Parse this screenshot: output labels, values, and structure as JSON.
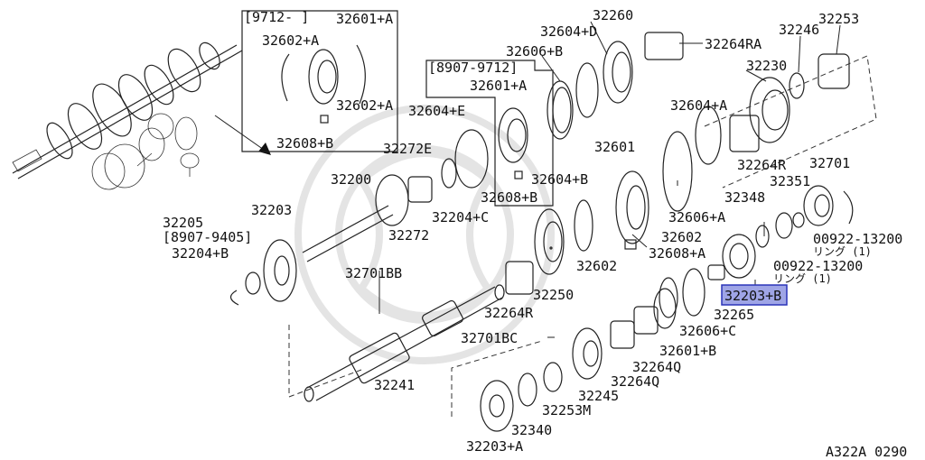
{
  "diagram": {
    "code": "A322A 0290",
    "highlight_color": "#9fa5e6",
    "callouts": {
      "l32260": "32260",
      "l32253": "32253",
      "l32604D": "32604+D",
      "l32246": "32246",
      "l32264RA": "32264RA",
      "l32606B": "32606+B",
      "l32230": "32230",
      "l9712": "[9712-    ]",
      "l32601A_top": "32601+A",
      "l32602A_a": "32602+A",
      "l32602A_b": "32602+A",
      "l32608B_a": "32608+B",
      "l8907_9712": "[8907-9712]",
      "l32601A_mid": "32601+A",
      "l32604E": "32604+E",
      "l32608B_b": "32608+B",
      "l32604A": "32604+A",
      "l32272E": "32272E",
      "l32264R_a": "32264R",
      "l32601": "32601",
      "l32701": "32701",
      "l32200": "32200",
      "l32604B": "32604+B",
      "l32351": "32351",
      "l32348": "32348",
      "l32205": "32205",
      "l32203": "32203",
      "l32204C": "32204+C",
      "l32606A": "32606+A",
      "l8907_9405": "[8907-9405]",
      "l32204B": "32204+B",
      "l32272": "32272",
      "l32602_a": "32602",
      "l32602_b": "32602",
      "l32608A": "32608+A",
      "l00922_a": "00922-13200",
      "ring_a": "リング (1)",
      "l00922_b": "00922-13200",
      "ring_b": "リング (1)",
      "l32701BB": "32701BB",
      "l32250": "32250",
      "l32203B": "32203+B",
      "l32264R_b": "32264R",
      "l32265": "32265",
      "l32606C": "32606+C",
      "l32701BC": "32701BC",
      "l32601B": "32601+B",
      "l32264Q_a": "32264Q",
      "l32264Q_b": "32264Q",
      "l32245": "32245",
      "l32241": "32241",
      "l32253M": "32253M",
      "l32340": "32340",
      "l32203A": "32203+A"
    }
  }
}
